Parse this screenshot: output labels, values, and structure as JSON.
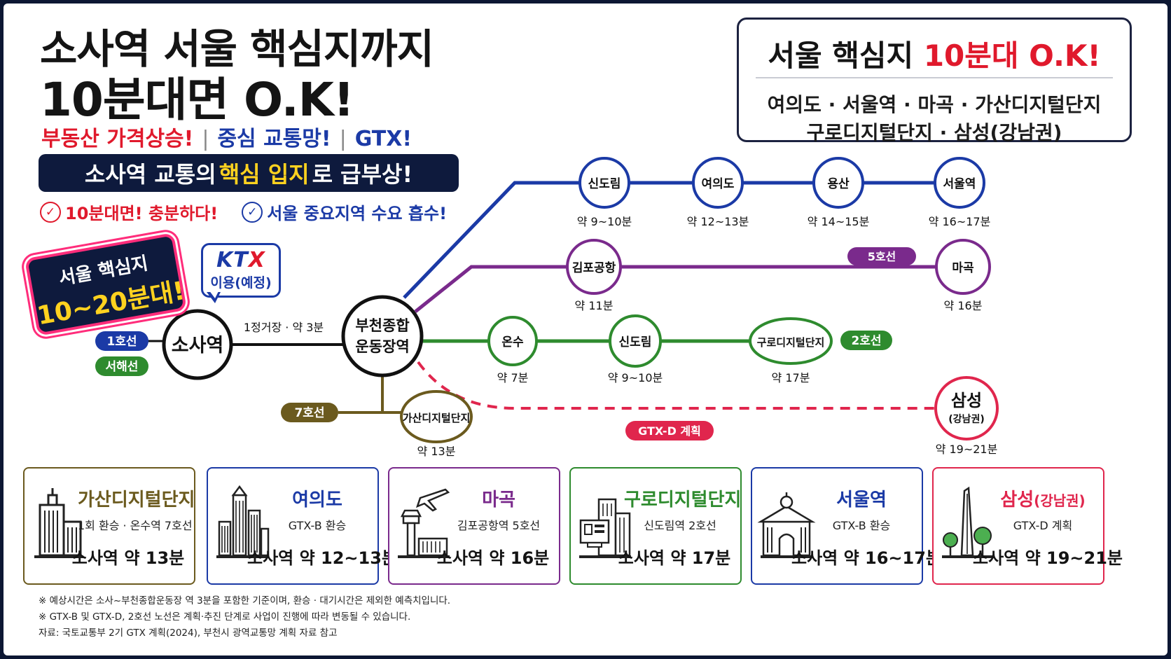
{
  "title": {
    "line1": "소사역 서울 핵심지까지",
    "line2": "10분대면 O.K!"
  },
  "subline": {
    "item1": "부동산 가격상승!",
    "item2": "중심 교통망!",
    "item3": "GTX!"
  },
  "banner": {
    "pre": "소사역 교통의",
    "highlight": "핵심 입지",
    "post": "로 급부상!"
  },
  "checks": {
    "item1": "10분대면! 충분하다!",
    "item2": "서울 중요지역 수요 흡수!"
  },
  "topbox": {
    "head_pre": "서울 핵심지",
    "head_red": "10분대 O.K!",
    "row1": "여의도 · 서울역 · 마곡 · 가산디지털단지",
    "row2": "구로디지털단지 · 삼성(강남권)"
  },
  "sticker": {
    "line1": "서울 핵심지",
    "line2": "10~20분대!"
  },
  "ktx": {
    "logo_kt": "KT",
    "logo_x": "X",
    "caption": "이용(예정)"
  },
  "map": {
    "origin": "소사역",
    "origin_lines": [
      "1호선",
      "서해선"
    ],
    "hub_line1": "부천종합",
    "hub_line2": "운동장역",
    "link_label": "1정거장 · 약 3분",
    "line7_tag": "7호선",
    "line5_tag": "5호선",
    "line2_tag": "2호선",
    "gtxd_tag": "GTX-D 계획",
    "blue_stations": [
      {
        "name": "신도림",
        "time": "약 9~10분"
      },
      {
        "name": "여의도",
        "time": "약 12~13분"
      },
      {
        "name": "용산",
        "time": "약 14~15분"
      },
      {
        "name": "서울역",
        "time": "약 16~17분"
      }
    ],
    "purple_stations": [
      {
        "name": "김포공항",
        "time": "약 11분"
      },
      {
        "name": "마곡",
        "time": "약 16분"
      }
    ],
    "green_stations": [
      {
        "name": "온수",
        "time": "약 7분"
      },
      {
        "name": "신도림",
        "time": "약 9~10분"
      },
      {
        "name": "구로디지털단지",
        "time": "약 17분"
      }
    ],
    "line7_station": {
      "name": "가산디지털단지",
      "time": "약 13분"
    },
    "samsung": {
      "name": "삼성",
      "sub": "(강남권)",
      "time": "약 19~21분"
    }
  },
  "colors": {
    "blue_line": "#1b3aa6",
    "purple_line": "#7a2a8c",
    "green_line": "#2e8b2e",
    "olive_line": "#6b5a1e",
    "gtx_red": "#e0264d",
    "navy": "#0e1a3d"
  },
  "cards": [
    {
      "title": "가산디지털단지",
      "title_small": "",
      "sub": "1회 환승 · 온수역 7호선",
      "time": "소사역 약 13분",
      "icon": "office-building-icon",
      "color": "#6b5a1e"
    },
    {
      "title": "여의도",
      "title_small": "",
      "sub": "GTX-B 환승",
      "time": "소사역 약 12~13분",
      "icon": "skyscrapers-icon",
      "color": "#1b3aa6"
    },
    {
      "title": "마곡",
      "title_small": "",
      "sub": "김포공항역 5호선",
      "time": "소사역 약 16분",
      "icon": "airplane-tower-icon",
      "color": "#7a2a8c"
    },
    {
      "title": "구로디지털단지",
      "title_small": "",
      "sub": "신도림역 2호선",
      "time": "소사역 약 17분",
      "icon": "tech-building-icon",
      "color": "#2e8b2e"
    },
    {
      "title": "서울역",
      "title_small": "",
      "sub": "GTX-B 환승",
      "time": "소사역 약 16~17분",
      "icon": "station-building-icon",
      "color": "#1b3aa6"
    },
    {
      "title": "삼성",
      "title_small": "(강남권)",
      "sub": "GTX-D 계획",
      "time": "소사역 약 19~21분",
      "icon": "tower-trees-icon",
      "color": "#e0264d"
    }
  ],
  "notes": {
    "line1": "※ 예상시간은 소사~부천종합운동장 역 3분을 포함한 기준이며, 환승 · 대기시간은 제외한 예측치입니다.",
    "line2": "※ GTX-B 및 GTX-D, 2호선 노선은 계획·추진 단계로 사업이 진행에 따라 변동될 수 있습니다.",
    "line3": "자료: 국토교통부 2기 GTX 계획(2024), 부천시 광역교통망 계획 자료 참고"
  }
}
